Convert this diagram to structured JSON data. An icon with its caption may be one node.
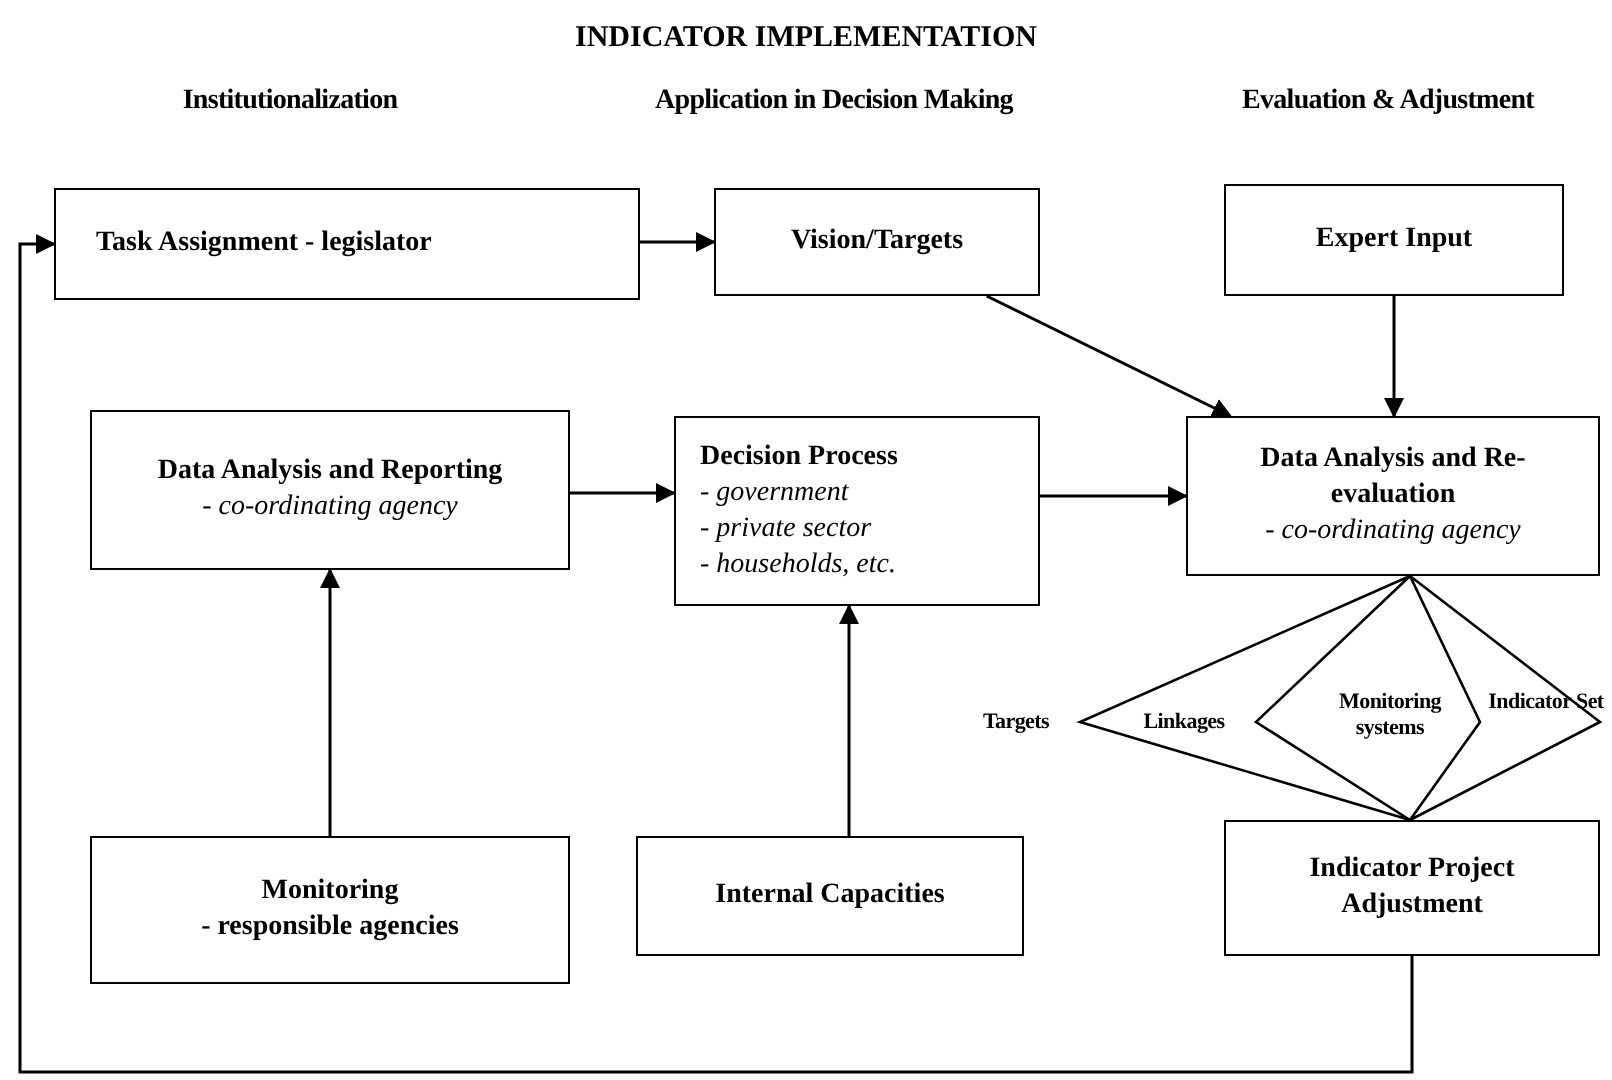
{
  "diagram": {
    "title": "INDICATOR IMPLEMENTATION",
    "nodes": [
      {
        "text": [
          "Task Assignment - legislator"
        ]
      },
      {
        "text": [
          "Vision/Targets"
        ]
      },
      {
        "text": [
          "Expert Input"
        ]
      },
      {
        "text": [
          "Data Analysis and Reporting",
          "- co-ordinating agency"
        ]
      },
      {
        "text": [
          "Decision Process",
          "- government",
          "- private sector",
          "- households, etc."
        ]
      },
      {
        "text": [
          "Data Analysis and Re-evaluation",
          "- co-ordinating agency"
        ]
      },
      {
        "text": [
          "Monitoring",
          "- responsible agencies"
        ]
      },
      {
        "text": [
          "Internal Capacities"
        ]
      },
      {
        "text": [
          "Indicator Project Adjustment"
        ]
      }
    ],
    "edges": [
      {
        "from": 0,
        "to": 1,
        "arrow": "to"
      },
      {
        "from": 1,
        "to": 5,
        "arrow": "to"
      },
      {
        "from": 2,
        "to": 5,
        "arrow": "to"
      },
      {
        "from": 3,
        "to": 4,
        "arrow": "to"
      },
      {
        "from": 4,
        "to": 5,
        "arrow": "to"
      },
      {
        "from": 6,
        "to": 3,
        "arrow": "to"
      },
      {
        "from": 7,
        "to": 4,
        "arrow": "to"
      },
      {
        "from": 8,
        "to": 0,
        "arrow": "to"
      }
    ],
    "labels": [
      "Institutionalization",
      "Application in Decision Making",
      "Evaluation & Adjustment",
      "Targets",
      "Linkages",
      "Monitoring systems",
      "Indicator Set"
    ]
  }
}
